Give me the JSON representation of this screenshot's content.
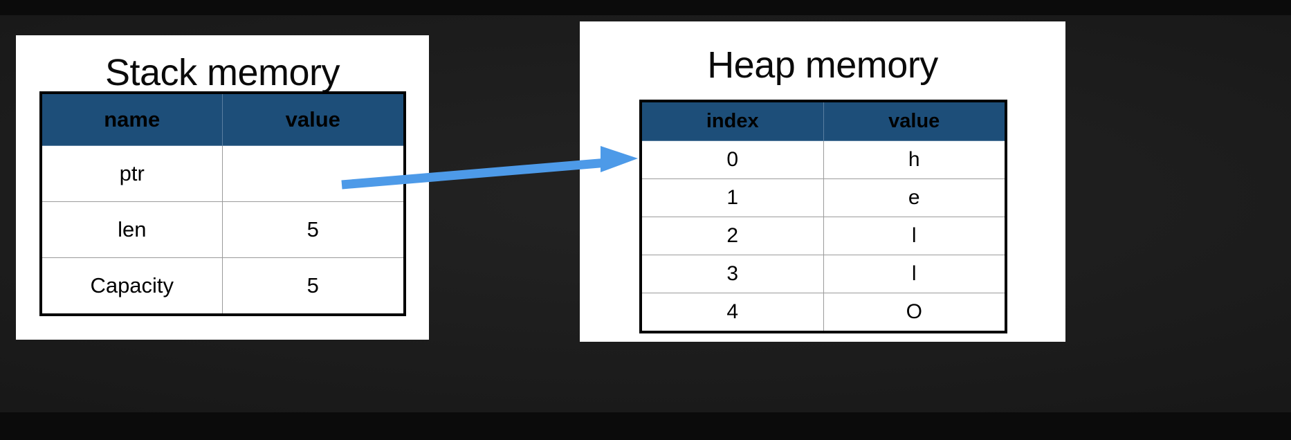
{
  "background": {
    "color": "#1b1b1b",
    "band_color": "#0b0b0b"
  },
  "colors": {
    "header_blue": "#1d4e79",
    "arrow_blue": "#4d9ae8",
    "card_white": "#ffffff",
    "text_black": "#000000",
    "grid_gray": "#9a9a9a"
  },
  "stack": {
    "title": "Stack memory",
    "table": {
      "columns": [
        "name",
        "value"
      ],
      "rows": [
        {
          "name": "ptr",
          "value": ""
        },
        {
          "name": "len",
          "value": "5"
        },
        {
          "name": "Capacity",
          "value": "5"
        }
      ]
    }
  },
  "heap": {
    "title": "Heap memory",
    "table": {
      "columns": [
        "index",
        "value"
      ],
      "rows": [
        {
          "index": "0",
          "value": "h"
        },
        {
          "index": "1",
          "value": "e"
        },
        {
          "index": "2",
          "value": "l"
        },
        {
          "index": "3",
          "value": "l"
        },
        {
          "index": "4",
          "value": "O"
        }
      ]
    }
  },
  "arrow": {
    "name": "ptr-to-heap-arrow",
    "from": "stack ptr value cell",
    "to": "heap table row 0"
  }
}
